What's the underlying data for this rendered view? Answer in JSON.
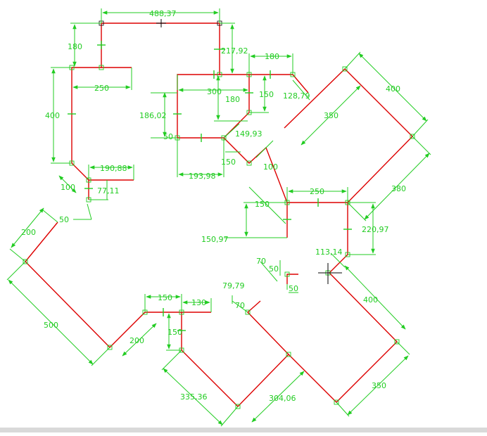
{
  "colors": {
    "geometry": "#dd0000",
    "dimension": "#22cc22",
    "node": "#000000",
    "cursor": "#000000",
    "background": "#ffffff"
  },
  "icons": {
    "cursor": "crosshair-cursor-icon",
    "node": "square-node-icon",
    "constraint": "constraint-tick-icon"
  },
  "dimensions": {
    "top_width": "488,37",
    "left_top_height": "180",
    "left_shelf": "250",
    "left_height": "400",
    "step_width": "190,88",
    "small_100": "100",
    "small_77": "77,11",
    "small_50": "50",
    "diag_200": "200",
    "diag_500": "500",
    "diag_200b": "200",
    "inner_height": "217,92",
    "inner_180a": "180",
    "inner_300": "300",
    "inner_180b": "180",
    "inner_150": "150",
    "inner_128": "128,79",
    "inner_186": "186,02",
    "inner_50": "50",
    "inner_149": "149,93",
    "inner_150b": "150",
    "inner_193": "193,98",
    "inner_100": "100",
    "square_400": "400",
    "square_350": "350",
    "square_380": "380",
    "mid_250": "250",
    "mid_150": "150",
    "mid_150_97": "150,97",
    "mid_220": "220,97",
    "mid_113": "113,14",
    "small_70": "70",
    "small_50a": "50",
    "small_50b": "50",
    "bottom_150": "150",
    "bottom_130": "130",
    "bottom_150b": "150",
    "bottom_79": "79,79",
    "bottom_70": "70",
    "bottom_335": "335,36",
    "bottom_304": "304,06",
    "bottom_400": "400",
    "bottom_350": "350"
  }
}
